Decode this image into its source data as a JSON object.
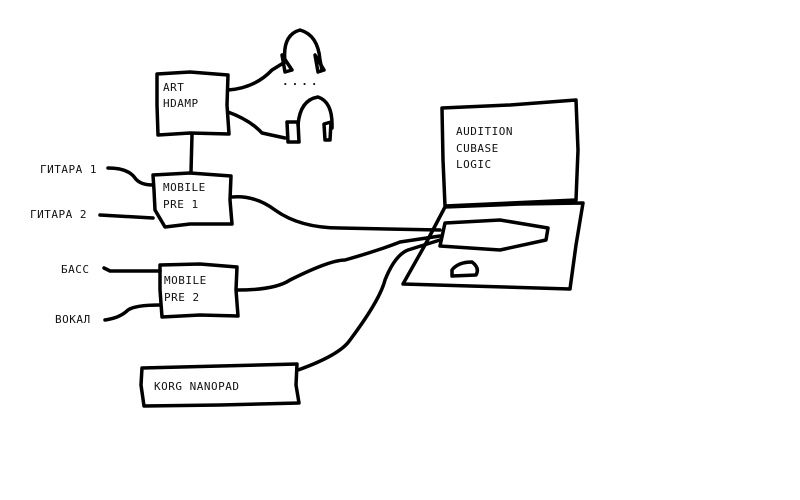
{
  "devices": {
    "headphone_amp": {
      "line1": "ART",
      "line2": "HDAMP"
    },
    "preamp_1": {
      "line1": "MOBILE",
      "line2": "PRE 1"
    },
    "preamp_2": {
      "line1": "MOBILE",
      "line2": "PRE 2"
    },
    "controller": {
      "label": "KORG NANOPAD"
    },
    "laptop": {
      "line1": "AUDITION",
      "line2": "CUBASE",
      "line3": "LOGIC"
    },
    "headphones_dots": "...."
  },
  "inputs": {
    "guitar_1": "ГИТАРА 1",
    "guitar_2": "ГИТАРА 2",
    "bass": "БАСС",
    "vocal": "ВОКАЛ"
  }
}
